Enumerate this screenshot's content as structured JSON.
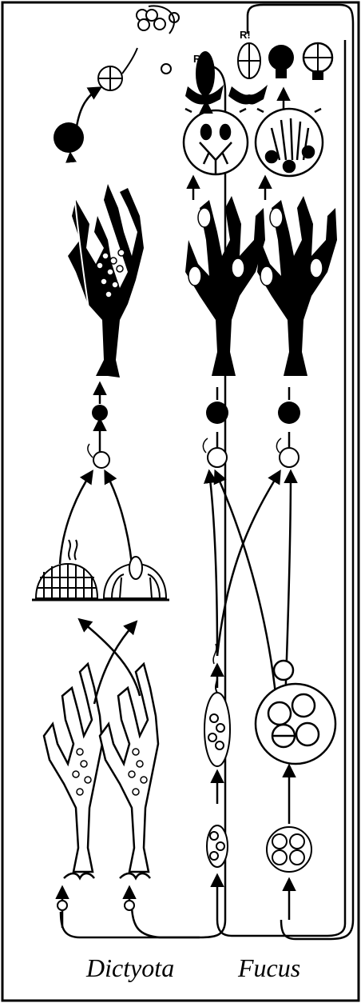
{
  "labels": {
    "reduction_left": "R!",
    "reduction_right": "R!"
  },
  "captions": {
    "left": "Dictyota",
    "right": "Fucus"
  },
  "colors": {
    "ink": "#000000",
    "paper": "#ffffff"
  }
}
